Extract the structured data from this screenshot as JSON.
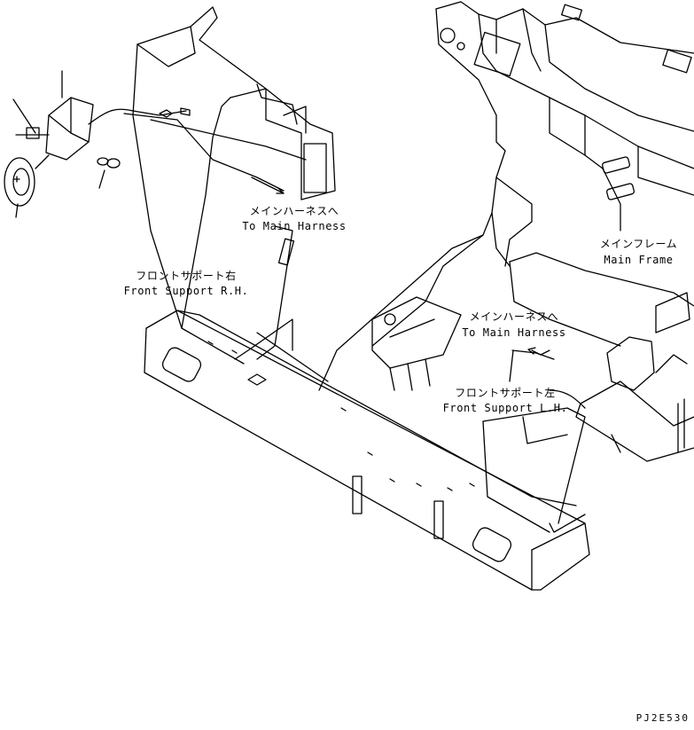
{
  "labels": {
    "harness_rh_jp": "メインハーネスへ",
    "harness_rh_en": "To Main Harness",
    "support_rh_jp": "フロントサポート右",
    "support_rh_en": "Front Support R.H.",
    "frame_jp": "メインフレーム",
    "frame_en": "Main Frame",
    "harness_lh_jp": "メインハーネスへ",
    "harness_lh_en": "To Main Harness",
    "support_lh_jp": "フロントサポート左",
    "support_lh_en": "Front Support L.H.",
    "code": "PJ2E530"
  }
}
